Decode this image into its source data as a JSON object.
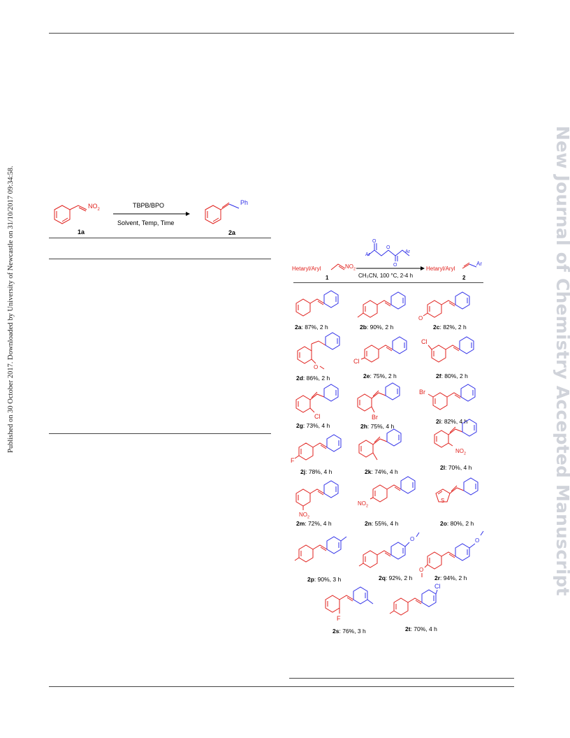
{
  "sidebar_left": "Published on 30 October 2017. Downloaded by University of Newcastle on 31/10/2017 09:34:58.",
  "sidebar_right": "New Journal of Chemistry Accepted Manuscript",
  "scheme1": {
    "substrate_group": "NO",
    "substrate_sub": "2",
    "product_group": "Ph",
    "reagents": "TBPB/BPO",
    "conditions": "Solvent, Temp, Time",
    "substrate_label": "1a",
    "product_label": "2a"
  },
  "scheme2": {
    "reactant_left": "Hetaryl/Aryl",
    "reactant_group": "NO",
    "reactant_sub": "2",
    "reagent_ar_left": "Ar",
    "reagent_ar_right": "Ar",
    "reagent_o": "O",
    "conditions": "CH₃CN, 100 °C, 2-4 h",
    "product_left": "Hetaryl/Aryl",
    "product_right": "Ar",
    "reactant_label": "1",
    "product_label": "2"
  },
  "compounds": [
    {
      "id": "2a",
      "text": ": 87%, 2 h"
    },
    {
      "id": "2b",
      "text": ": 90%, 2 h"
    },
    {
      "id": "2c",
      "text": ": 82%, 2 h"
    },
    {
      "id": "2d",
      "text": ": 86%, 2 h"
    },
    {
      "id": "2e",
      "text": ": 75%, 2 h"
    },
    {
      "id": "2f",
      "text": ": 80%, 2 h"
    },
    {
      "id": "2g",
      "text": ": 73%, 4 h"
    },
    {
      "id": "2h",
      "text": ": 75%, 4 h"
    },
    {
      "id": "2i",
      "text": ": 82%, 4 h"
    },
    {
      "id": "2j",
      "text": ": 78%, 4 h"
    },
    {
      "id": "2k",
      "text": ": 74%, 4 h"
    },
    {
      "id": "2l",
      "text": ": 70%, 4 h"
    },
    {
      "id": "2m",
      "text": ": 72%, 4 h"
    },
    {
      "id": "2n",
      "text": ": 55%, 4 h"
    },
    {
      "id": "2o",
      "text": ": 80%, 2 h"
    },
    {
      "id": "2p",
      "text": ": 90%, 3 h"
    },
    {
      "id": "2q",
      "text": ": 92%, 2 h"
    },
    {
      "id": "2r",
      "text": ": 94%, 2 h"
    },
    {
      "id": "2s",
      "text": ": 76%, 3 h"
    },
    {
      "id": "2t",
      "text": ": 70%, 4 h"
    }
  ],
  "substituents": {
    "cl": "Cl",
    "br": "Br",
    "f": "F",
    "no2": "NO",
    "sub2": "2",
    "s": "S",
    "o": "O"
  }
}
